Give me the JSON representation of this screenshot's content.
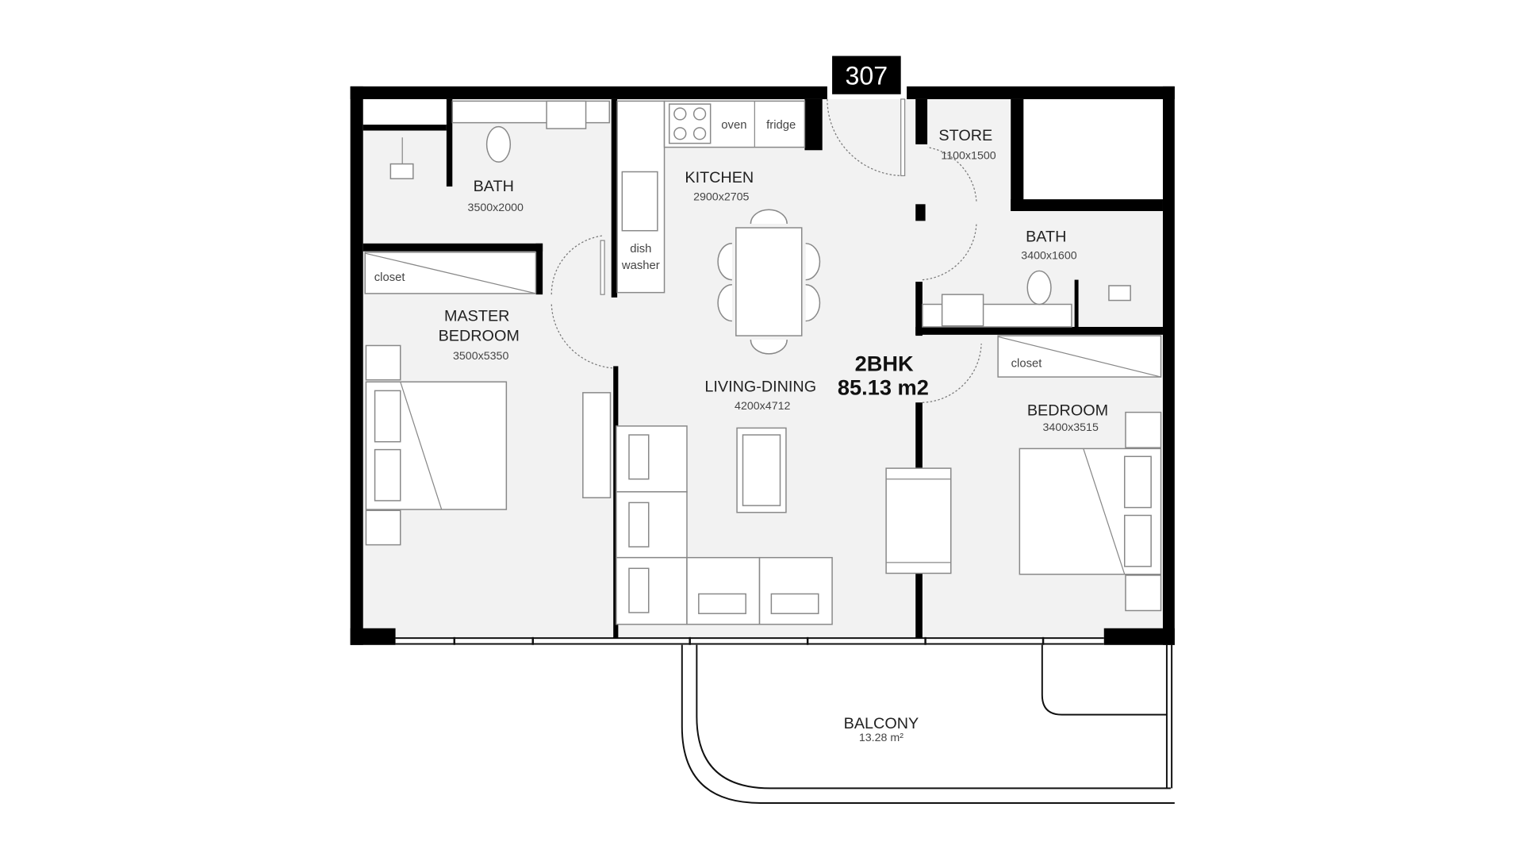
{
  "unit_number": "307",
  "unit_type": "2BHK",
  "unit_area": "85.13 m2",
  "rooms": {
    "bath_master": {
      "name": "BATH",
      "size": "3500x2000"
    },
    "kitchen": {
      "name": "KITCHEN",
      "size": "2900x2705"
    },
    "store": {
      "name": "STORE",
      "size": "1100x1500"
    },
    "bath_second": {
      "name": "BATH",
      "size": "3400x1600"
    },
    "master_bedroom": {
      "name_line1": "MASTER",
      "name_line2": "BEDROOM",
      "size": "3500x5350"
    },
    "living_dining": {
      "name": "LIVING-DINING",
      "size": "4200x4712"
    },
    "bedroom": {
      "name": "BEDROOM",
      "size": "3400x3515"
    },
    "balcony": {
      "name": "BALCONY",
      "size": "13.28 m²"
    }
  },
  "fixtures": {
    "oven": "oven",
    "fridge": "fridge",
    "dishwasher_line1": "dish",
    "dishwasher_line2": "washer",
    "closet_master": "closet",
    "closet_bedroom": "closet"
  }
}
